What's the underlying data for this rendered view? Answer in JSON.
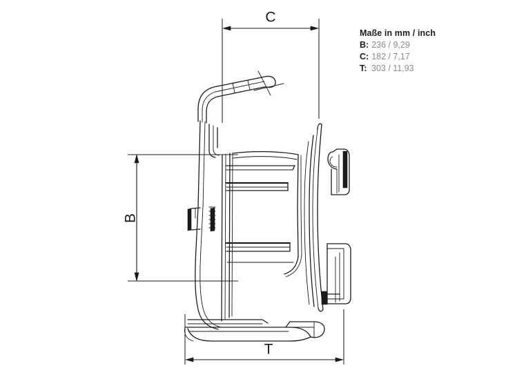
{
  "drawing": {
    "type": "technical-line-drawing",
    "subject": "cable reel side view with folding carry handle",
    "view": "side elevation",
    "background_color": "#ffffff",
    "line_color": "#1a1a1a",
    "dimension_labels": {
      "width_top": "C",
      "height_left": "B",
      "depth_bottom": "T"
    }
  },
  "specs": {
    "title": "Maße in mm / inch",
    "rows": [
      {
        "key": "B:",
        "value": "236 / 9,29"
      },
      {
        "key": "C:",
        "value": "182 / 7,17"
      },
      {
        "key": "T:",
        "value": "303 / 11,93"
      }
    ],
    "key_color": "#1c1c1c",
    "value_color": "#8a8a8a"
  }
}
